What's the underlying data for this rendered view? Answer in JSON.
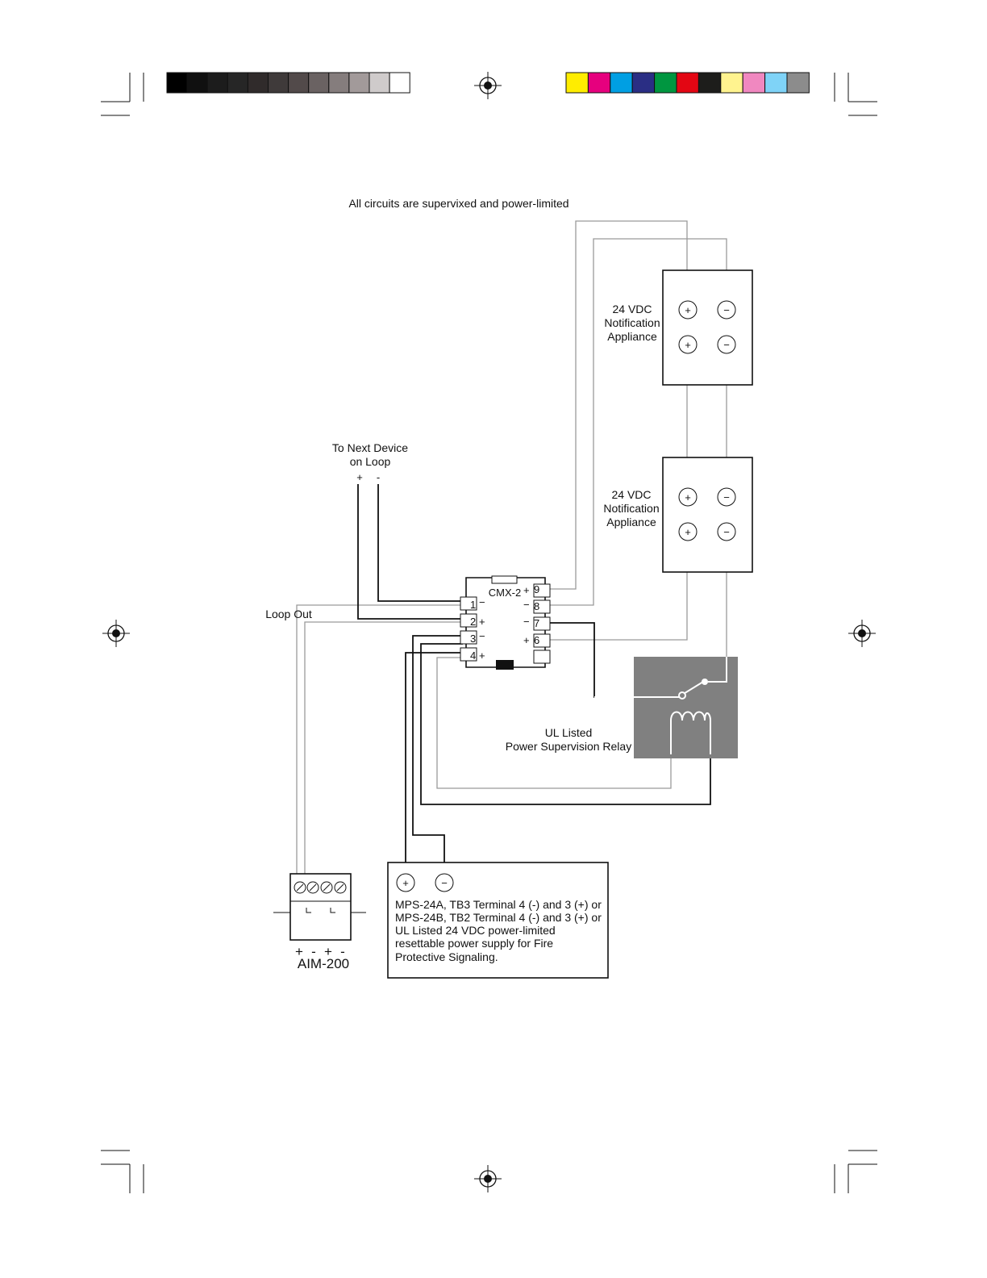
{
  "header_note": "All circuits are supervixed and power-limited",
  "appliance_top": {
    "label_lines": [
      "24 VDC",
      "Notification",
      "Appliance"
    ],
    "terminals": [
      "+",
      "−",
      "+",
      "−"
    ]
  },
  "appliance_bottom": {
    "label_lines": [
      "24 VDC",
      "Notification",
      "Appliance"
    ],
    "terminals": [
      "+",
      "−",
      "+",
      "−"
    ]
  },
  "next_device": {
    "label_lines": [
      "To Next Device",
      "on Loop"
    ],
    "plus": "+",
    "minus": "-"
  },
  "loop_out_label": "Loop Out",
  "cmx": {
    "name": "CMX-2",
    "left_pins": [
      {
        "num": "1",
        "sign": "−"
      },
      {
        "num": "2",
        "sign": "+"
      },
      {
        "num": "3",
        "sign": "−"
      },
      {
        "num": "4",
        "sign": "+"
      }
    ],
    "right_pins": [
      {
        "num": "9",
        "sign": "+"
      },
      {
        "num": "8",
        "sign": "−"
      },
      {
        "num": "7",
        "sign": "−"
      },
      {
        "num": "6",
        "sign": "+"
      }
    ]
  },
  "relay": {
    "label_lines": [
      "UL Listed",
      "Power Supervision Relay"
    ],
    "fill_color": "#808080"
  },
  "aim": {
    "name": "AIM-200",
    "signs": [
      "+",
      "-",
      "+",
      "-"
    ]
  },
  "power_supply": {
    "terminals": [
      "+",
      "−"
    ],
    "text_lines": [
      "MPS-24A, TB3 Terminal 4 (-) and 3 (+) or",
      "MPS-24B, TB2 Terminal 4 (-) and 3 (+) or",
      "UL Listed 24 VDC power-limited",
      "resettable power supply for Fire",
      "Protective Signaling."
    ]
  },
  "print_marks": {
    "gray_scale": [
      "#000000",
      "#101010",
      "#1c1c1c",
      "#262626",
      "#302b2b",
      "#3f3a3a",
      "#524a4a",
      "#6a6262",
      "#857d7d",
      "#a29a9a",
      "#cfcbcb",
      "#ffffff"
    ],
    "color_bar": [
      "#ffed00",
      "#e6007e",
      "#009fe3",
      "#2a2e84",
      "#009640",
      "#e30613",
      "#1d1d1b",
      "#fff38f",
      "#f088c0",
      "#7fd3f7",
      "#8c8c8c"
    ]
  }
}
